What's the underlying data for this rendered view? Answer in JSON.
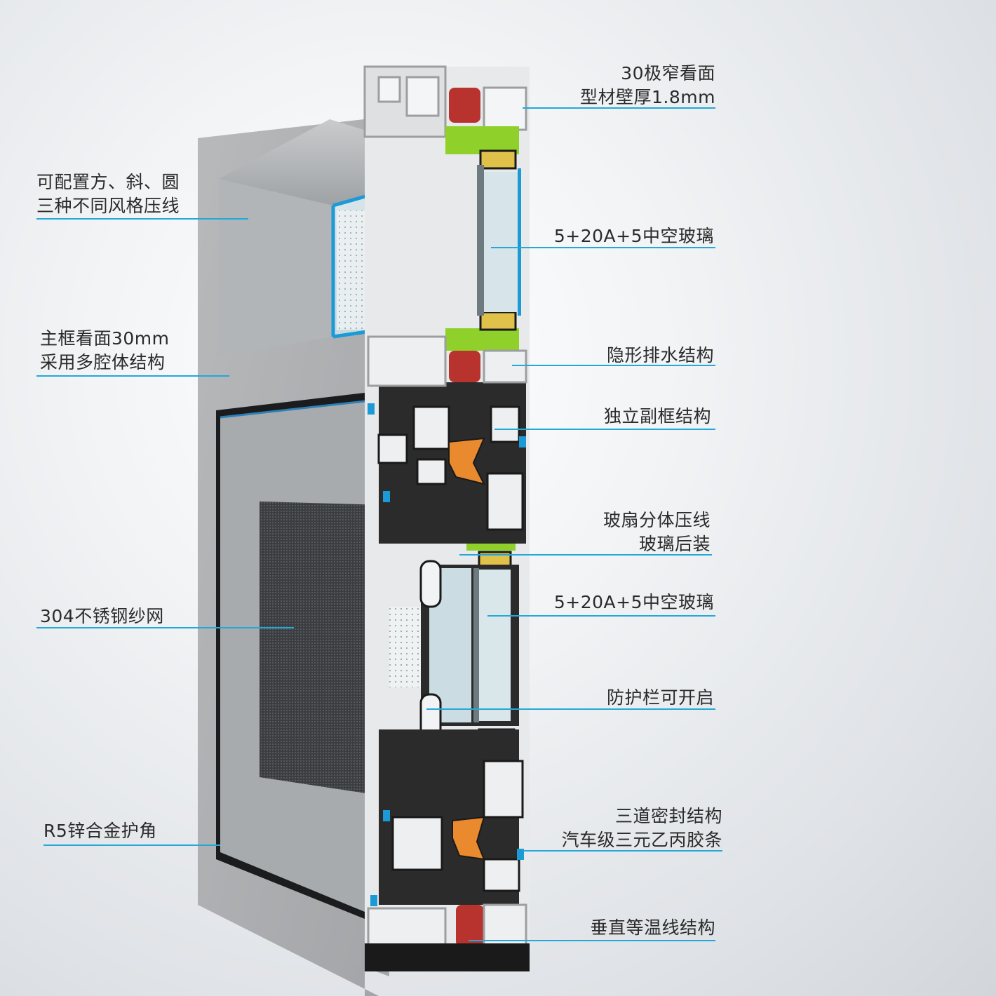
{
  "callouts": {
    "narrow_face": {
      "line1": "30极窄看面",
      "line2": "型材壁厚1.8mm"
    },
    "bead_styles": {
      "line1": "可配置方、斜、圆",
      "line2": "三种不同风格压线"
    },
    "glass_top": {
      "line1": "5+20A+5中空玻璃"
    },
    "main_frame": {
      "line1": "主框看面30mm",
      "line2": "采用多腔体结构"
    },
    "drainage": {
      "line1": "隐形排水结构"
    },
    "subframe": {
      "line1": "独立副框结构"
    },
    "split_bead": {
      "line1": "玻扇分体压线",
      "line2": "玻璃后装"
    },
    "glass_bottom": {
      "line1": "5+20A+5中空玻璃"
    },
    "screen_mesh": {
      "line1": "304不锈钢纱网"
    },
    "guard_rail": {
      "line1": "防护栏可开启"
    },
    "corner_guard": {
      "line1": "R5锌合金护角"
    },
    "triple_seal": {
      "line1": "三道密封结构",
      "line2": "汽车级三元乙丙胶条"
    },
    "isotherm": {
      "line1": "垂直等温线结构"
    }
  },
  "colors": {
    "leader": "#23a8d8",
    "frame_face": "#a9abad",
    "profile_white": "#e8e9ea",
    "profile_dark": "#2b2b2b",
    "gasket_red": "#b8322e",
    "foam_green": "#8fd12a",
    "strip_orange": "#e98a2e",
    "glass": "#cfe0e6",
    "mesh": "#3a3c3f"
  }
}
